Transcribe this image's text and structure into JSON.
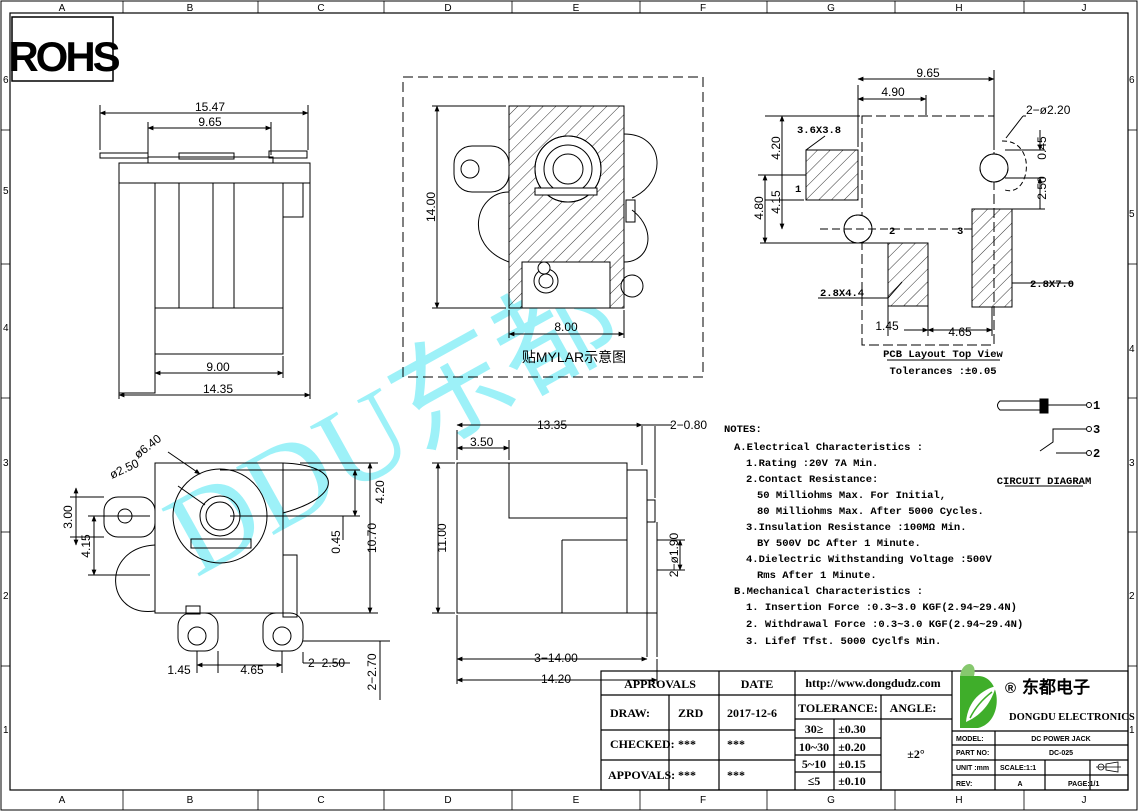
{
  "rohs_label": "ROHS",
  "grid": {
    "columns": [
      "A",
      "B",
      "C",
      "D",
      "E",
      "F",
      "G",
      "H",
      "J"
    ],
    "rows": [
      "6",
      "5",
      "4",
      "3",
      "2",
      "1"
    ]
  },
  "watermark": "DDU东都",
  "side_view": {
    "dim_top_outer": "15.47",
    "dim_top_inner": "9.65",
    "dim_bottom_inner": "9.00",
    "dim_bottom_outer": "14.35"
  },
  "mylar_view": {
    "dim_height": "14.00",
    "dim_width": "8.00",
    "caption": "贴MYLAR示意图"
  },
  "front_view": {
    "dia_outer": "ø6.40",
    "dia_inner": "ø2.50",
    "dim_3_00": "3.00",
    "dim_4_15": "4.15",
    "dim_4_20": "4.20",
    "dim_0_45": "0.45",
    "dim_10_70": "10.70",
    "dim_1_45": "1.45",
    "dim_4_65": "4.65",
    "dim_2_2_50": "2−2.50",
    "dim_2_2_70": "2−2.70"
  },
  "profile_view": {
    "dim_13_35": "13.35",
    "dim_2_0_80": "2−0.80",
    "dim_3_50": "3.50",
    "dim_11_00": "11.00",
    "dim_2_1_90": "2−ø1.90",
    "dim_3_14_00": "3−14.00",
    "dim_14_20": "14.20"
  },
  "pcb_layout": {
    "dim_9_65": "9.65",
    "dim_4_90": "4.90",
    "dim_holes": "2−ø2.20",
    "dim_0_45": "0.45",
    "dim_2_50": "2.50",
    "dim_4_20": "4.20",
    "dim_4_80": "4.80",
    "dim_4_15": "4.15",
    "pad1_size": "3.6X3.8",
    "pad2_size": "2.8X4.4",
    "pad3_size": "2.8X7.0",
    "pad1_label": "1",
    "pad2_label": "2",
    "pad3_label": "3",
    "dim_1_45": "1.45",
    "dim_4_65": "4.65",
    "title": "PCB Layout Top View",
    "tolerance": "Tolerances :±0.05"
  },
  "circuit": {
    "pin1": "1",
    "pin2": "2",
    "pin3": "3",
    "title": "CIRCUIT DIAGRAM"
  },
  "notes": {
    "heading": "NOTES:",
    "lines": [
      "A.Electrical Characteristics :",
      "1.Rating :20V 7A Min.",
      "2.Contact Resistance:",
      "50 Milliohms Max. For Initial,",
      "80 Milliohms Max. After 5000 Cycles.",
      "3.Insulation Resistance :100MΩ Min.",
      "BY 500V DC After 1 Minute.",
      "4.Dielectric Withstanding Voltage :500V",
      "Rms After 1 Minute.",
      "B.Mechanical Characteristics :",
      "1. Insertion Force :0.3~3.0 KGF(2.94~29.4N)",
      "2. Withdrawal Force :0.3~3.0 KGF(2.94~29.4N)",
      "3. Lifef  Tfst. 5000 Cyclfs Min."
    ]
  },
  "title_block": {
    "approvals": "APPROVALS",
    "date": "DATE",
    "website": "http://www.dongdudz.com",
    "draw_label": "DRAW:",
    "draw_name": "ZRD",
    "draw_date": "2017-12-6",
    "checked_label": "CHECKED:",
    "checked_name": "***",
    "checked_date": "***",
    "appovals_label": "APPOVALS:",
    "appovals_name": "***",
    "appovals_date": "***",
    "tolerance_label": "TOLERANCE:",
    "angle_label": "ANGLE:",
    "tol_rows": [
      {
        "range": "30≥",
        "value": "±0.30"
      },
      {
        "range": "10~30",
        "value": "±0.20"
      },
      {
        "range": "5~10",
        "value": "±0.15"
      },
      {
        "range": "≤5",
        "value": "±0.10"
      }
    ],
    "angle_value": "±2°",
    "company_cn": "东都电子",
    "company_en": "DONGDU ELECTRONICS",
    "registered": "®",
    "model_label": "MODEL:",
    "model_value": "DC POWER JACK",
    "partno_label": "PART NO:",
    "partno_value": "DC-025",
    "unit_label": "UNIT :mm",
    "scale_label": "SCALE:1:1",
    "rev_label": "REV:",
    "rev_value": "A",
    "page_label": "PAGE:1/1"
  },
  "colors": {
    "line": "#000000",
    "watermark": "#19e0f0",
    "logo_green": "#3fae2a"
  }
}
